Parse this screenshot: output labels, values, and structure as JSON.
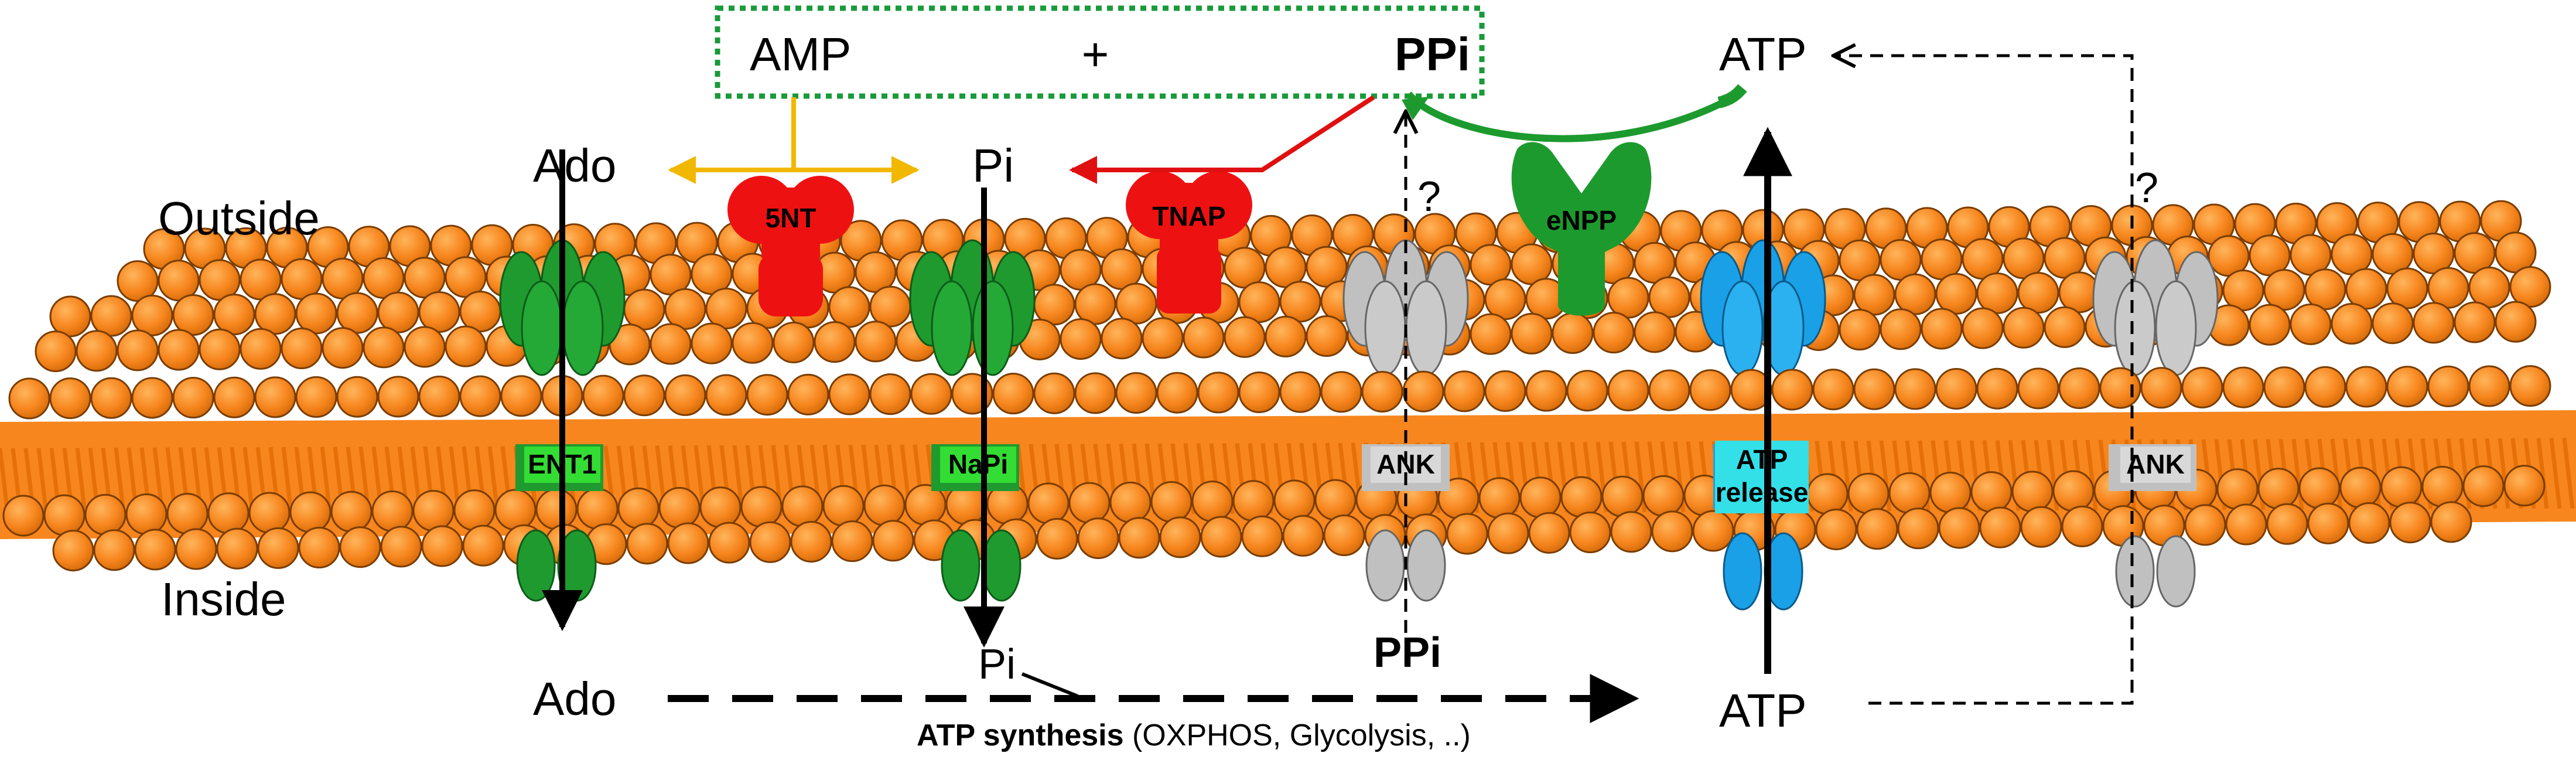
{
  "labels": {
    "outside": "Outside",
    "inside": "Inside",
    "amp": "AMP",
    "plus": "+",
    "ppi_top": "PPi",
    "atp_top": "ATP",
    "ado_top": "Ado",
    "pi_top": "Pi",
    "q1": "?",
    "q2": "?",
    "ado_bottom": "Ado",
    "pi_bottom": "Pi",
    "ppi_bottom": "PPi",
    "atp_bottom": "ATP",
    "synthesis_bold": "ATP synthesis",
    "synthesis_rest": " (OXPHOS, Glycolysis, ..)"
  },
  "proteins": {
    "nt5": "5NT",
    "tnap": "TNAP",
    "enpp": "eNPP",
    "ent1": "ENT1",
    "napi": "NaPi",
    "ank1": "ANK",
    "atp_release_1": "ATP",
    "atp_release_2": "release",
    "ank2": "ANK"
  },
  "colors": {
    "membrane": "#f7861e",
    "membrane_edge": "#7a3d00",
    "transporter_green": "#1f9a2f",
    "ank_grey": "#c0c0c0",
    "atp_release_blue": "#1aa0e6",
    "enzyme_red": "#ee1111",
    "enpp_green": "#1d9a2e",
    "five_nt_arrow": "#f2b800",
    "tnap_arrow": "#e01010",
    "box_dotted": "#1a9a3a"
  }
}
